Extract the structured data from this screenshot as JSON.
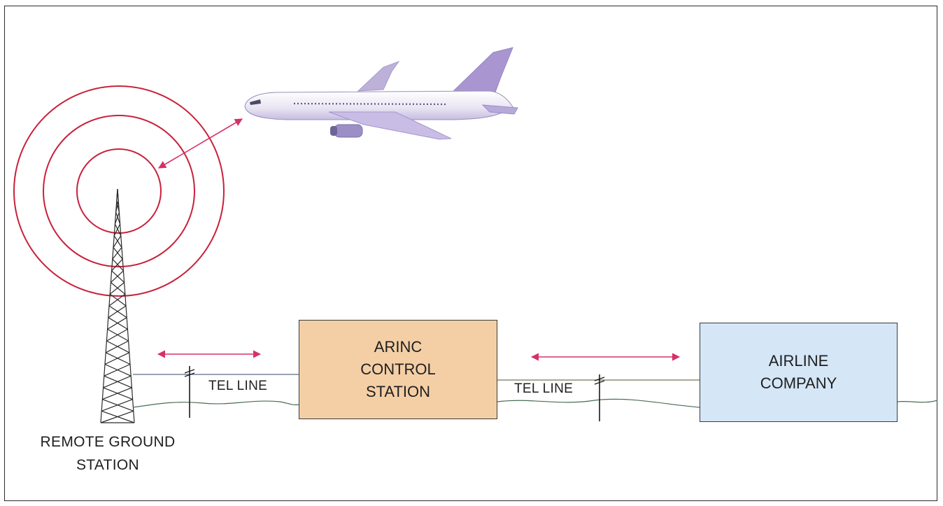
{
  "arinc_box": {
    "line1": "ARINC",
    "line2": "CONTROL",
    "line3": "STATION"
  },
  "airline_box": {
    "line1": "AIRLINE",
    "line2": "COMPANY"
  },
  "tel_line_labels": [
    "TEL LINE",
    "TEL LINE"
  ],
  "ground_station": {
    "line1": "REMOTE GROUND",
    "line2": "STATION"
  },
  "colors": {
    "arinc_fill": "#f4cfa6",
    "airline_fill": "#d5e6f7",
    "radio_waves": "#c8213b",
    "link_arrows": "#d6306c"
  },
  "icons": [
    "radio-tower-icon",
    "airplane-icon"
  ]
}
